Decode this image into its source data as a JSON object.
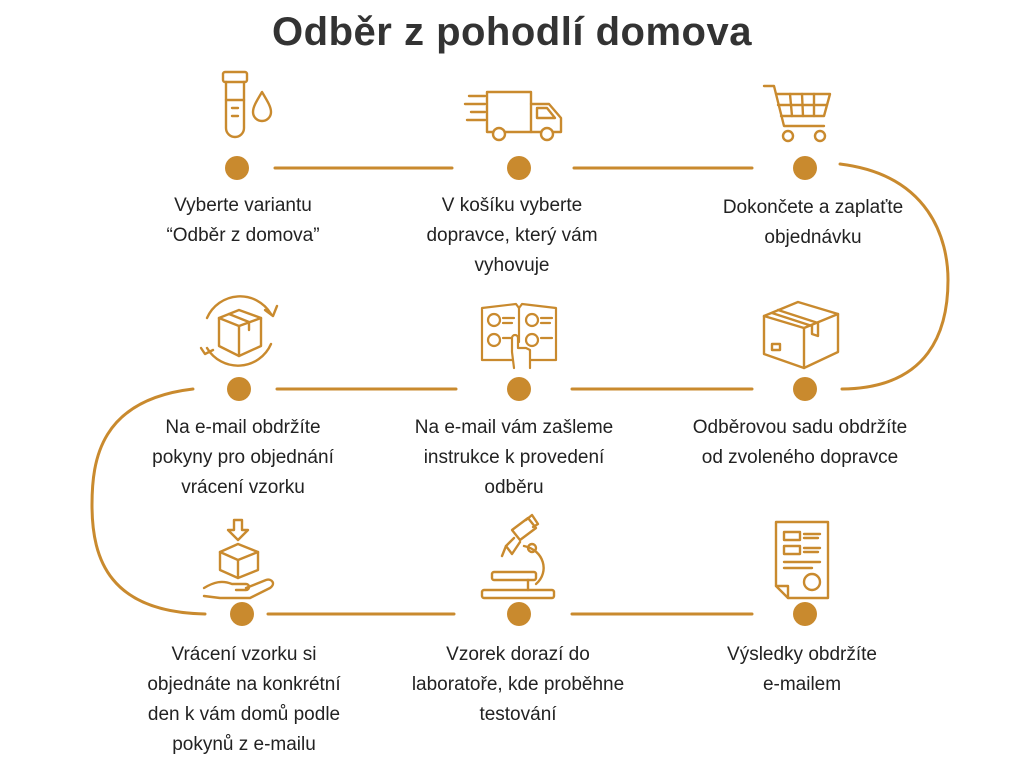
{
  "title": "Odběr z pohodlí domova",
  "accent_color": "#C98A2E",
  "text_color": "#222222",
  "steps": [
    {
      "icon": "test-tube-drop-icon",
      "lines": [
        "Vyberte variantu",
        "“Odběr z domova”"
      ]
    },
    {
      "icon": "delivery-truck-icon",
      "lines": [
        "V košíku vyberte",
        "dopravce, který vám",
        "vyhovuje"
      ]
    },
    {
      "icon": "shopping-cart-icon",
      "lines": [
        "Dokončete a zaplaťte",
        "objednávku"
      ]
    },
    {
      "icon": "package-return-icon",
      "lines": [
        "Na e-mail obdržíte",
        "pokyny pro objednání",
        "vrácení vzorku"
      ]
    },
    {
      "icon": "instruction-book-icon",
      "lines": [
        "Na e-mail vám zašleme",
        "instrukce k provedení",
        "odběru"
      ]
    },
    {
      "icon": "package-box-icon",
      "lines": [
        "Odběrovou sadu obdržíte",
        "od zvoleného dopravce"
      ]
    },
    {
      "icon": "hand-package-icon",
      "lines": [
        "Vrácení vzorku si",
        "objednáte na konkrétní",
        "den k vám domů podle",
        "pokynů z e-mailu"
      ]
    },
    {
      "icon": "microscope-icon",
      "lines": [
        "Vzorek dorazí do",
        "laboratoře, kde proběhne",
        "testování"
      ]
    },
    {
      "icon": "results-document-icon",
      "lines": [
        "Výsledky obdržíte",
        "e-mailem"
      ]
    }
  ]
}
